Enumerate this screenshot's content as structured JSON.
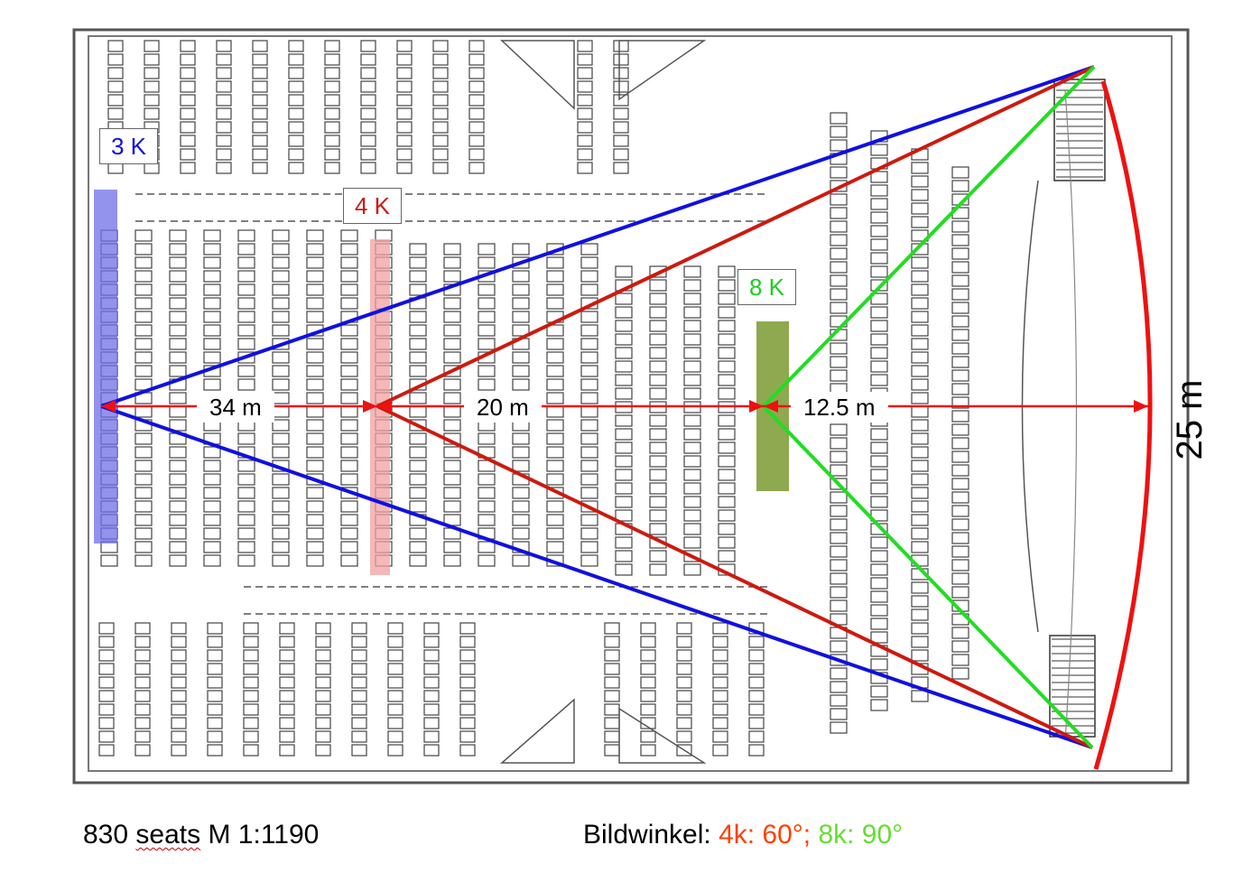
{
  "labels": {
    "res_3k": "3 K",
    "res_4k": "4 K",
    "res_8k": "8 K"
  },
  "distances": {
    "d34": "34 m",
    "d20": "20 m",
    "d125": "12.5 m",
    "screen_width": "25 m"
  },
  "caption": {
    "seats_number": "830",
    "seats_word": "seats",
    "scale": "M 1:1190",
    "angle_prefix": "Bildwinkel: ",
    "angle_4k": "4k: 60°; ",
    "angle_8k": "8k: 90°"
  },
  "colors": {
    "blue": "#1010e0",
    "red": "#cc1a10",
    "green": "#22dd22",
    "screen_red": "#ee1111",
    "highlight_blue": "#6f6fe8",
    "highlight_red": "#f0a0a0",
    "highlight_green": "#7a9a30",
    "caption_red": "#ff4000",
    "caption_green": "#66dd33"
  }
}
